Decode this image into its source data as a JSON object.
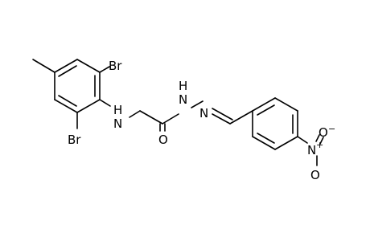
{
  "molecule": {
    "atom_labels": {
      "br_top": "Br",
      "br_bottom": "Br",
      "amine_h": "H",
      "amine_n": "N",
      "hydrazide_nh_h": "H",
      "hydrazide_nh_n": "N",
      "imine_n": "N",
      "carbonyl_o": "O",
      "nitro_n": "N",
      "nitro_o_top": "O",
      "nitro_o_bottom": "O"
    },
    "charges": {
      "nitro_n_charge": "+",
      "nitro_o_charge": "−"
    }
  }
}
